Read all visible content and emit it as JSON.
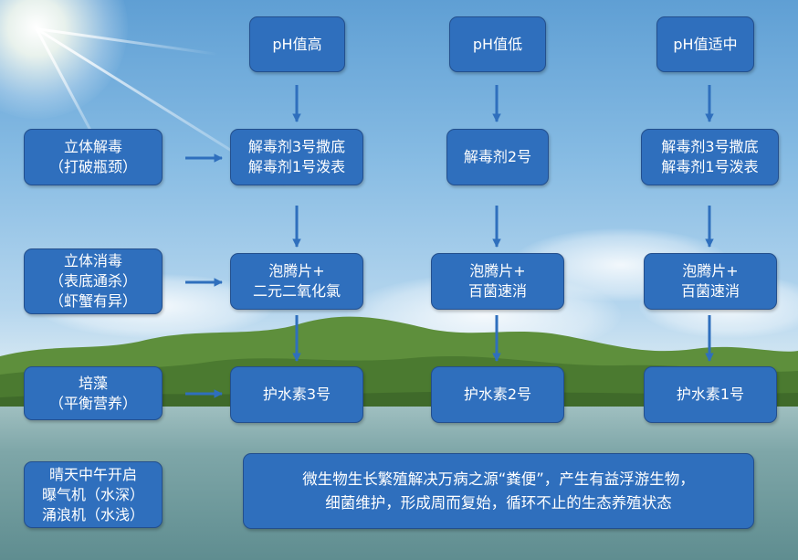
{
  "colors": {
    "box_fill": "#2f6fbd",
    "box_border": "#234f8d",
    "arrow": "#2f6fbd",
    "text": "#ffffff"
  },
  "ph_headers": [
    "pH值高",
    "pH值低",
    "pH值适中"
  ],
  "left_steps": [
    [
      "立体解毒",
      "（打破瓶颈）"
    ],
    [
      "立体消毒",
      "（表底通杀）",
      "（虾蟹有异）"
    ],
    [
      "培藻",
      "（平衡营养）"
    ],
    [
      "晴天中午开启",
      "曝气机（水深）",
      "涌浪机（水浅）"
    ]
  ],
  "detox": [
    [
      "解毒剂3号撒底",
      "解毒剂1号泼表"
    ],
    [
      "解毒剂2号"
    ],
    [
      "解毒剂3号撒底",
      "解毒剂1号泼表"
    ]
  ],
  "disinfect": [
    [
      "泡腾片+",
      "二元二氧化氯"
    ],
    [
      "泡腾片+",
      "百菌速消"
    ],
    [
      "泡腾片+",
      "百菌速消"
    ]
  ],
  "water_care": [
    "护水素3号",
    "护水素2号",
    "护水素1号"
  ],
  "summary": [
    "微生物生长繁殖解决万病之源“粪便”，产生有益浮游生物，",
    "细菌维护，形成周而复始，循环不止的生态养殖状态"
  ]
}
